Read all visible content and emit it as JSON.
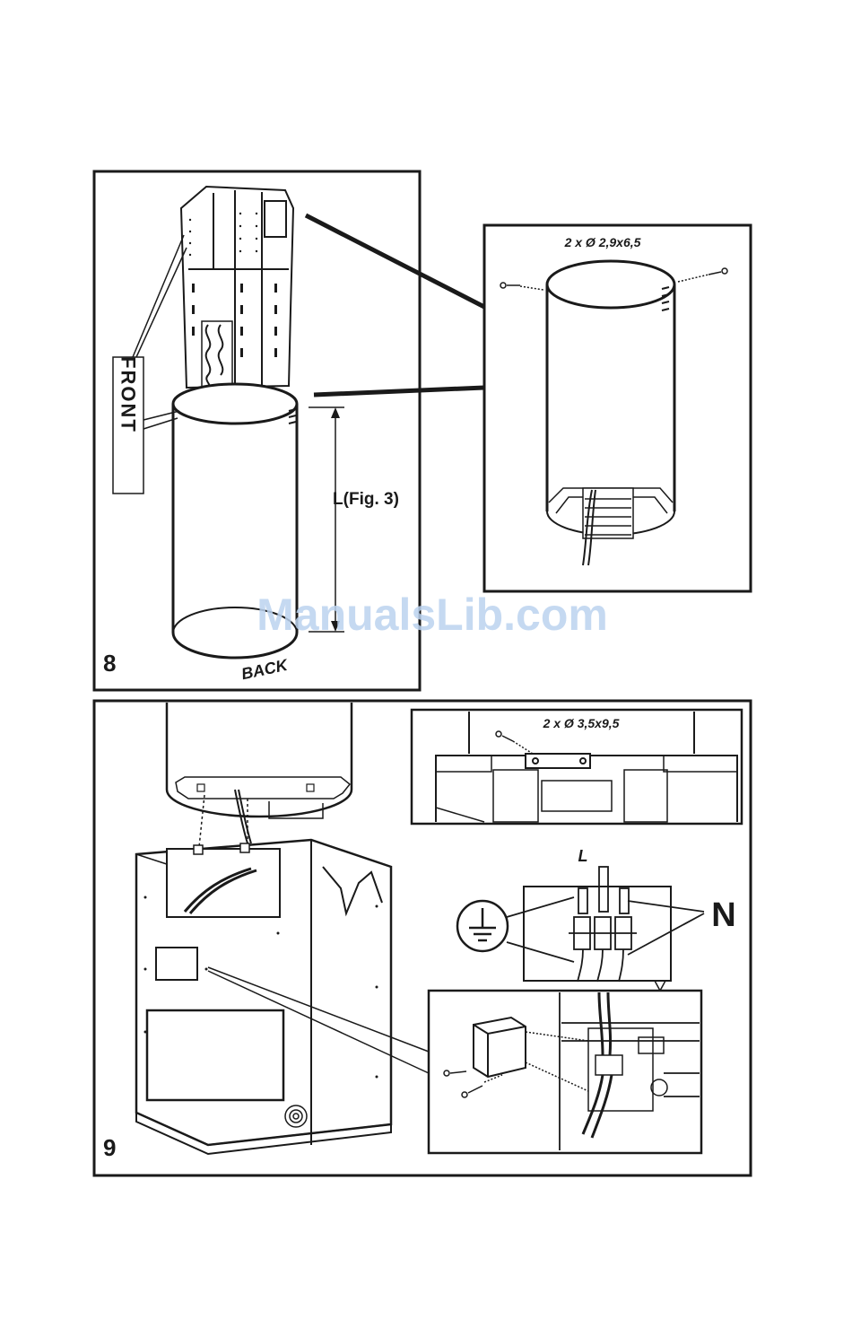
{
  "figure8": {
    "number": "8",
    "detail_screw_label": "2 x Ø 2,9x6,5",
    "front_label": "FRONT",
    "back_label": "BACK",
    "length_label": "L(Fig. 3)"
  },
  "figure9": {
    "number": "9",
    "detail_screw_label": "2 x Ø 3,5x9,5",
    "live_label": "L",
    "neutral_label": "N",
    "icons": [
      "ground-earth-icon"
    ]
  },
  "watermark": "ManualsLib.com"
}
